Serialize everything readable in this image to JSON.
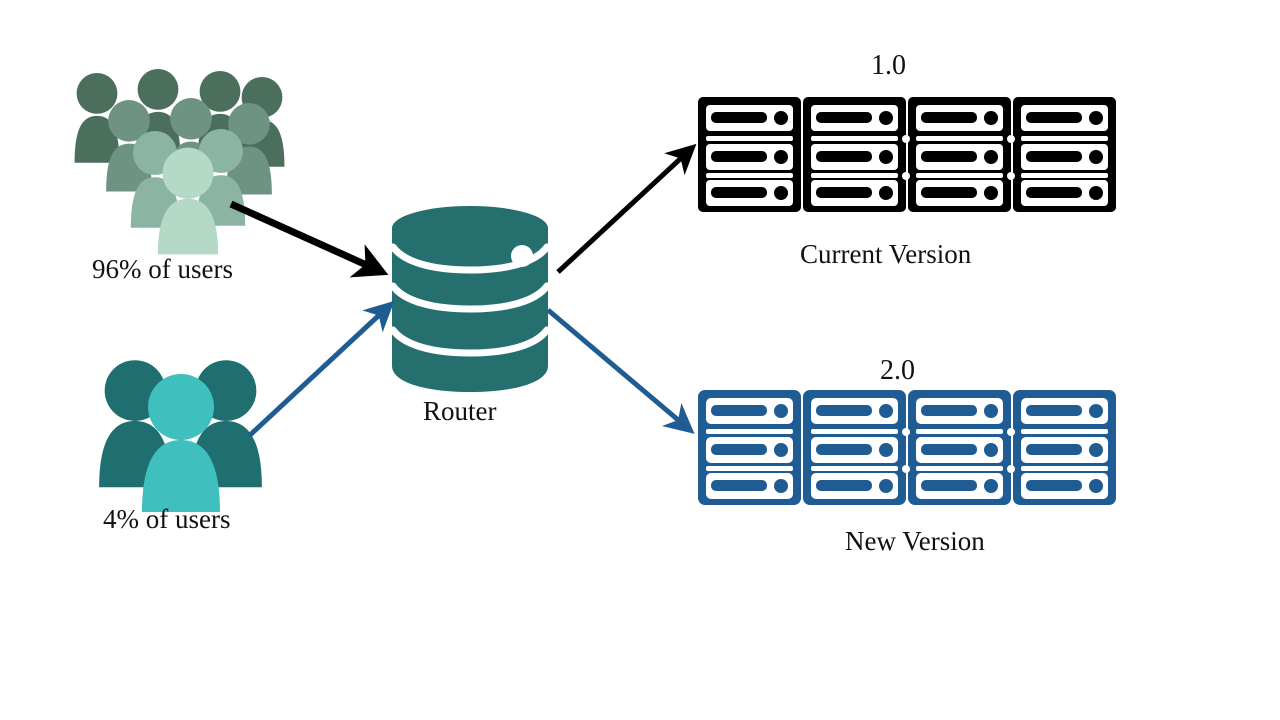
{
  "diagram": {
    "title": "Canary release traffic routing diagram",
    "background": "#ffffff"
  },
  "labels": {
    "crowd_users": "96% of users",
    "small_group_users": "4% of users",
    "router": "Router",
    "current_version_number": "1.0",
    "new_version_number": "2.0",
    "current_version_name": "Current Version",
    "new_version_name": "New Version"
  },
  "traffic_split": {
    "current_version_percent": 96,
    "new_version_percent": 4
  },
  "nodes": {
    "crowd": {
      "name": "large-user-crowd",
      "icon": "people-crowd-icon",
      "label": "96% of users",
      "person_count": 12,
      "colors": [
        "#4c6f5d",
        "#6f9383",
        "#8bb5a2",
        "#b4d9c6"
      ]
    },
    "small_group": {
      "name": "small-user-group",
      "icon": "people-group-icon",
      "label": "4% of users",
      "person_count": 3,
      "colors": [
        "#1f6f70",
        "#3fbfbd"
      ]
    },
    "router": {
      "name": "router-node",
      "icon": "database-cylinder-icon",
      "label": "Router",
      "color": "#25706f",
      "band_color": "#ffffff",
      "indicator_dot_color": "#ffffff"
    },
    "current_version": {
      "name": "current-version-server-rack",
      "icon": "server-rack-icon",
      "version": "1.0",
      "label": "Current Version",
      "color": "#000000",
      "columns": 4,
      "rows": 3
    },
    "new_version": {
      "name": "new-version-server-rack",
      "icon": "server-rack-icon",
      "version": "2.0",
      "label": "New Version",
      "color": "#1f5c93",
      "columns": 4,
      "rows": 3
    }
  },
  "edges": [
    {
      "name": "crowd-to-router-arrow",
      "from": "crowd",
      "to": "router",
      "color": "#000000",
      "width": 7
    },
    {
      "name": "small-group-to-router-arrow",
      "from": "small_group",
      "to": "router",
      "color": "#1f5c93",
      "width": 5
    },
    {
      "name": "router-to-current-version-arrow",
      "from": "router",
      "to": "current_version",
      "color": "#000000",
      "width": 5
    },
    {
      "name": "router-to-new-version-arrow",
      "from": "router",
      "to": "new_version",
      "color": "#1f5c93",
      "width": 5
    }
  ],
  "colors": {
    "black": "#000000",
    "steel_blue": "#1f5c93",
    "teal": "#25706f",
    "teal_light": "#3fbfbd",
    "teal_dark": "#1f6f70",
    "green_darkest": "#4c6f5d",
    "green_dark": "#6f9383",
    "green_mid": "#8bb5a2",
    "green_light": "#b4d9c6"
  }
}
